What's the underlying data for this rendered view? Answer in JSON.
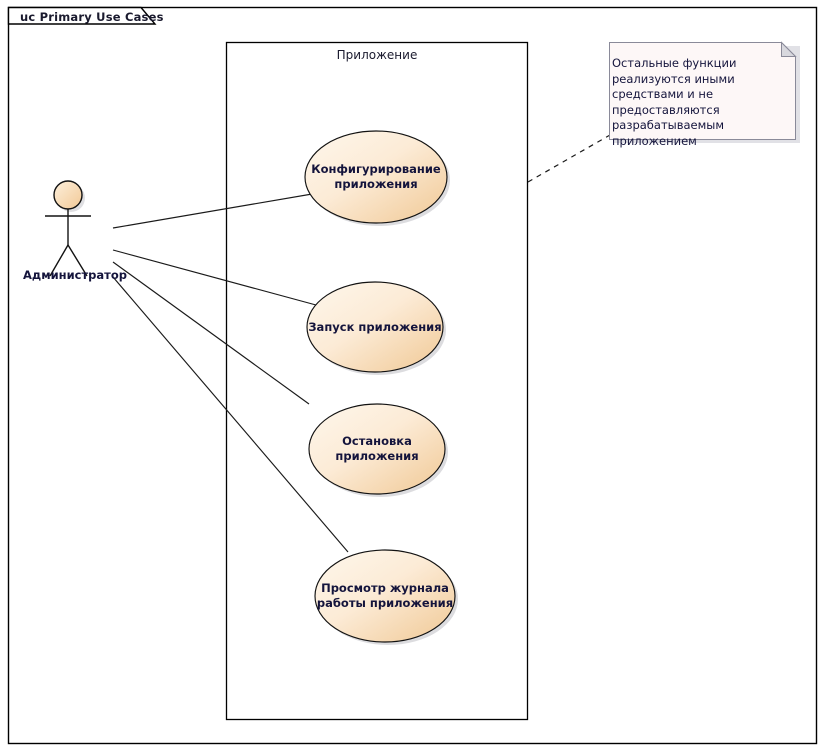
{
  "diagram": {
    "frame_label": "uc Primary Use Cases",
    "system_boundary_label": "Приложение",
    "actor": {
      "name": "Администратор",
      "type": "actor"
    },
    "use_cases": [
      {
        "id": "configure",
        "label": "Конфигурирование\nприложения"
      },
      {
        "id": "start",
        "label": "Запуск приложения"
      },
      {
        "id": "stop",
        "label": "Остановка\nприложения"
      },
      {
        "id": "view-log",
        "label": "Просмотр журнала\nработы приложения"
      }
    ],
    "note": {
      "text": "Остальные функции реализуются иными средствами и не предоставляются разрабатываемым приложением"
    },
    "colors": {
      "ellipse_fill_light": "#FDF1E0",
      "ellipse_fill_dark": "#F3CFA0",
      "actor_head_fill": "#F7DCB4",
      "note_fill": "#FDF7F7",
      "note_border": "#8A8A99",
      "line": "#1A1A1A",
      "text": "#14143C"
    }
  }
}
